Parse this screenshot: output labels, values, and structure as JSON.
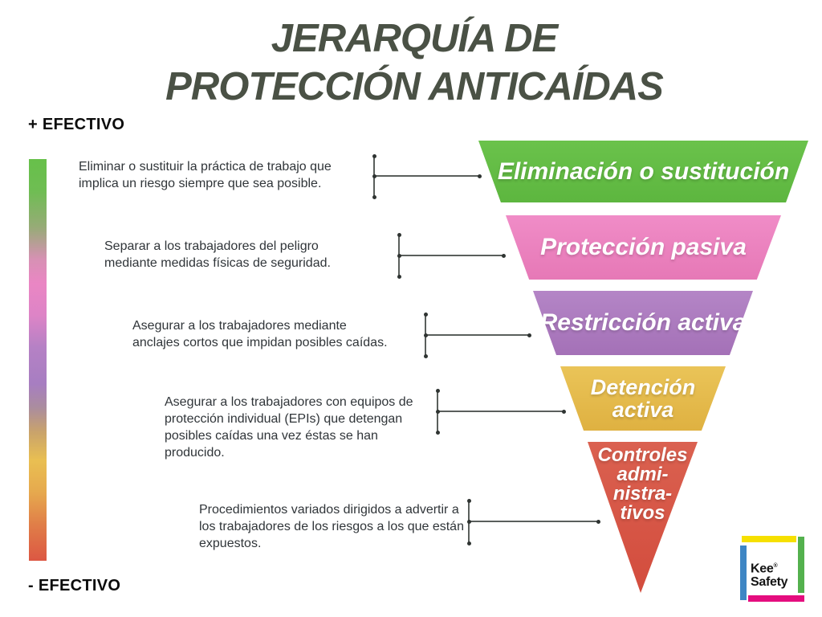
{
  "title": {
    "lines": [
      "JERARQUÍA DE",
      "PROTECCIÓN ANTICAÍDAS"
    ],
    "color": "#4a5145"
  },
  "axis": {
    "top_label": "+ EFECTIVO",
    "bottom_label": "- EFECTIVO"
  },
  "levels": [
    {
      "rank": 1,
      "label_lines": [
        "Eliminación o sustitución"
      ],
      "description_lines": [
        "Eliminar o sustituir la práctica de trabajo que",
        "implica un riesgo siempre que sea posible."
      ],
      "color_top": "#6ac24b",
      "color_bottom": "#5db63f"
    },
    {
      "rank": 2,
      "label_lines": [
        "Protección pasiva"
      ],
      "description_lines": [
        "Separar a los trabajadores del peligro",
        "mediante medidas físicas de seguridad."
      ],
      "color_top": "#f08cc7",
      "color_bottom": "#e678b6"
    },
    {
      "rank": 3,
      "label_lines": [
        "Restricción activa"
      ],
      "description_lines": [
        "Asegurar a los trabajadores mediante",
        "anclajes cortos que impidan posibles caídas."
      ],
      "color_top": "#b485c6",
      "color_bottom": "#a471b7"
    },
    {
      "rank": 4,
      "label_lines": [
        "Detención",
        "activa"
      ],
      "description_lines": [
        "Asegurar a los trabajadores con equipos de",
        "protección individual (EPIs) que detengan",
        "posibles caídas una vez éstas se han",
        "producido."
      ],
      "color_top": "#eac458",
      "color_bottom": "#dfb141"
    },
    {
      "rank": 5,
      "label_lines": [
        "Controles",
        "admi-",
        "nistra-",
        "tivos"
      ],
      "description_lines": [
        "Procedimientos variados dirigidos a advertir a",
        "los trabajadores de los riesgos a los que están",
        "expuestos."
      ],
      "color_top": "#da6150",
      "color_bottom": "#d34c3d"
    }
  ],
  "gradient_bar": {
    "stops": [
      "#67c04a",
      "#ea86c4",
      "#a97fc0",
      "#e9bf52",
      "#dc5743"
    ]
  },
  "connector_color": "#5a5f5c",
  "logo": {
    "name_top": "Kee",
    "registered": "®",
    "name_bottom": "Safety",
    "colors": {
      "top_bar": "#f6e000",
      "right_bar": "#54b14e",
      "left_bar": "#3e86c4",
      "bottom_bar": "#e40d7e"
    }
  }
}
